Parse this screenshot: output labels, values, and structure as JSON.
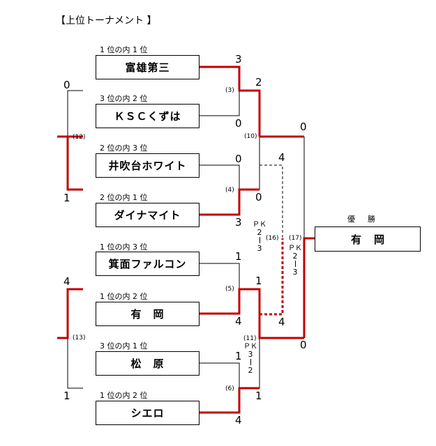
{
  "title": "【上位トーナメント 】",
  "teams": [
    {
      "seed": "1 位の内 1 位",
      "name": "富雄第三"
    },
    {
      "seed": "3 位の内 2 位",
      "name": "ＫＳＣくずは"
    },
    {
      "seed": "2 位の内 3 位",
      "name": "井吹台ホワイト"
    },
    {
      "seed": "2 位の内 1 位",
      "name": "ダイナマイト"
    },
    {
      "seed": "1 位の内 3 位",
      "name": "箕面ファルコン"
    },
    {
      "seed": "1 位の内 2 位",
      "name": "有　岡"
    },
    {
      "seed": "3 位の内 1 位",
      "name": "松　原"
    },
    {
      "seed": "1 位の内 2 位",
      "name": "シエロ"
    }
  ],
  "match_numbers": {
    "m3": "(3)",
    "m4": "(4)",
    "m5": "(5)",
    "m6": "(6)",
    "m10": "(10)",
    "m11": "(11)",
    "m12": "(12)",
    "m13": "(13)",
    "m16": "(16)",
    "m17": "(17)"
  },
  "scores": {
    "m3_top": "3",
    "m3_bottom": "0",
    "m4_top": "0",
    "m4_bottom": "3",
    "m5_top": "1",
    "m5_bottom": "4",
    "m6_top": "1",
    "m6_bottom": "4",
    "m10_top": "2",
    "m10_bottom": "0",
    "m11_top": "1",
    "m11_bottom": "1",
    "m16_top": "4",
    "m16_bottom": "4",
    "m17_top": "0",
    "m17_bottom": "0",
    "m12_top": "0",
    "m12_bottom": "1",
    "m13_top": "4",
    "m13_bottom": "1"
  },
  "pk": {
    "m16": {
      "label": "ＰＫ",
      "a": "2",
      "b": "3"
    },
    "m17": {
      "label": "ＰＫ",
      "a": "2",
      "b": "3"
    },
    "m11": {
      "label": "ＰＫ",
      "a": "3",
      "b": "2"
    }
  },
  "champion": {
    "label": "優勝",
    "name": "有岡"
  },
  "colors": {
    "winner_line": "#c00000",
    "line": "#000000"
  }
}
